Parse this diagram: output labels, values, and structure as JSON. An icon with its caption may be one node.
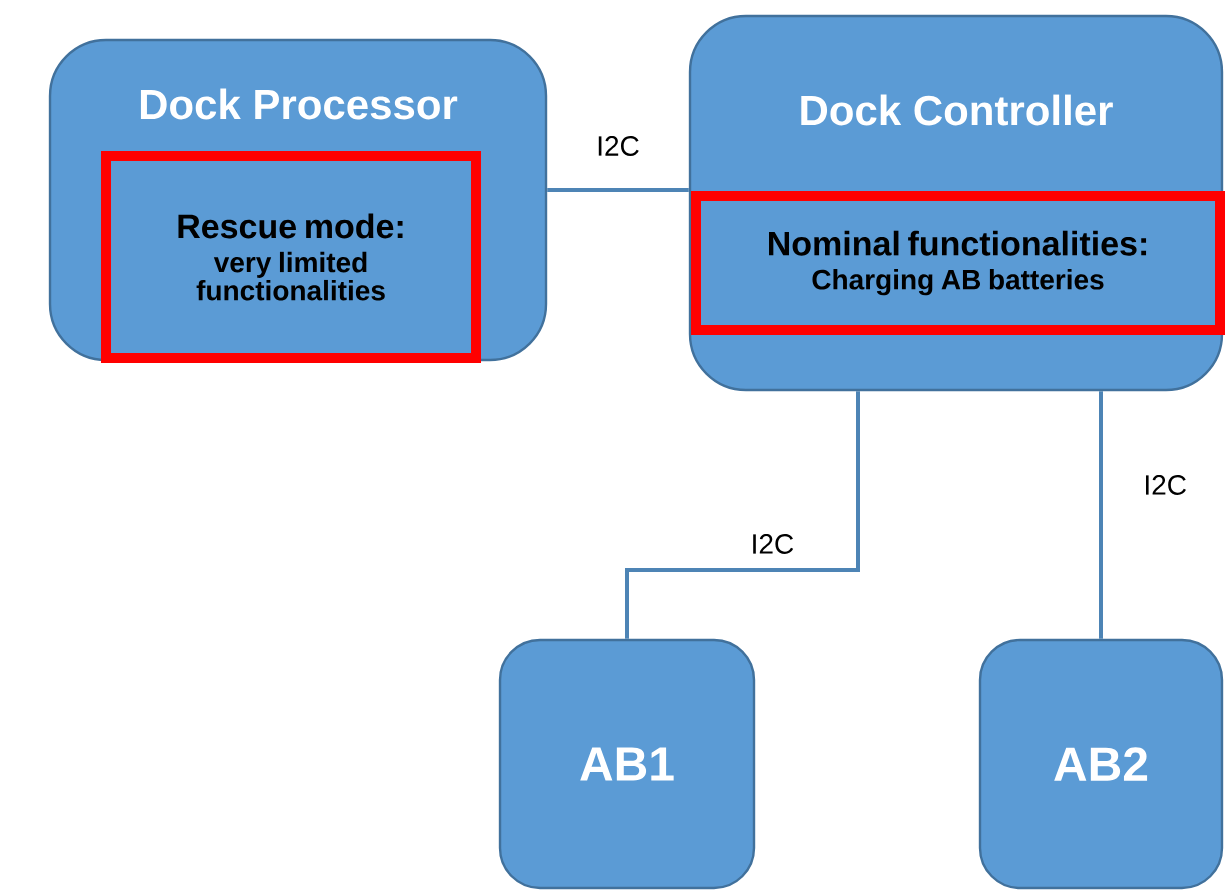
{
  "diagram": {
    "nodes": [
      {
        "text": [
          "Dock Processor"
        ]
      },
      {
        "text": [
          "Rescue mode:",
          "very limited functionalities"
        ],
        "in": 0
      },
      {
        "text": [
          "Dock Controller"
        ]
      },
      {
        "text": [
          "Nominal functionalities:",
          "Charging AB batteries"
        ],
        "in": 2
      },
      {
        "text": [
          "AB1"
        ]
      },
      {
        "text": [
          "AB2"
        ]
      }
    ],
    "edges": [
      {
        "from": 0,
        "to": 2,
        "arrow": "none",
        "label": "I2C"
      },
      {
        "from": 2,
        "to": 4,
        "arrow": "none",
        "label": "I2C"
      },
      {
        "from": 2,
        "to": 5,
        "arrow": "none",
        "label": "I2C"
      }
    ]
  }
}
